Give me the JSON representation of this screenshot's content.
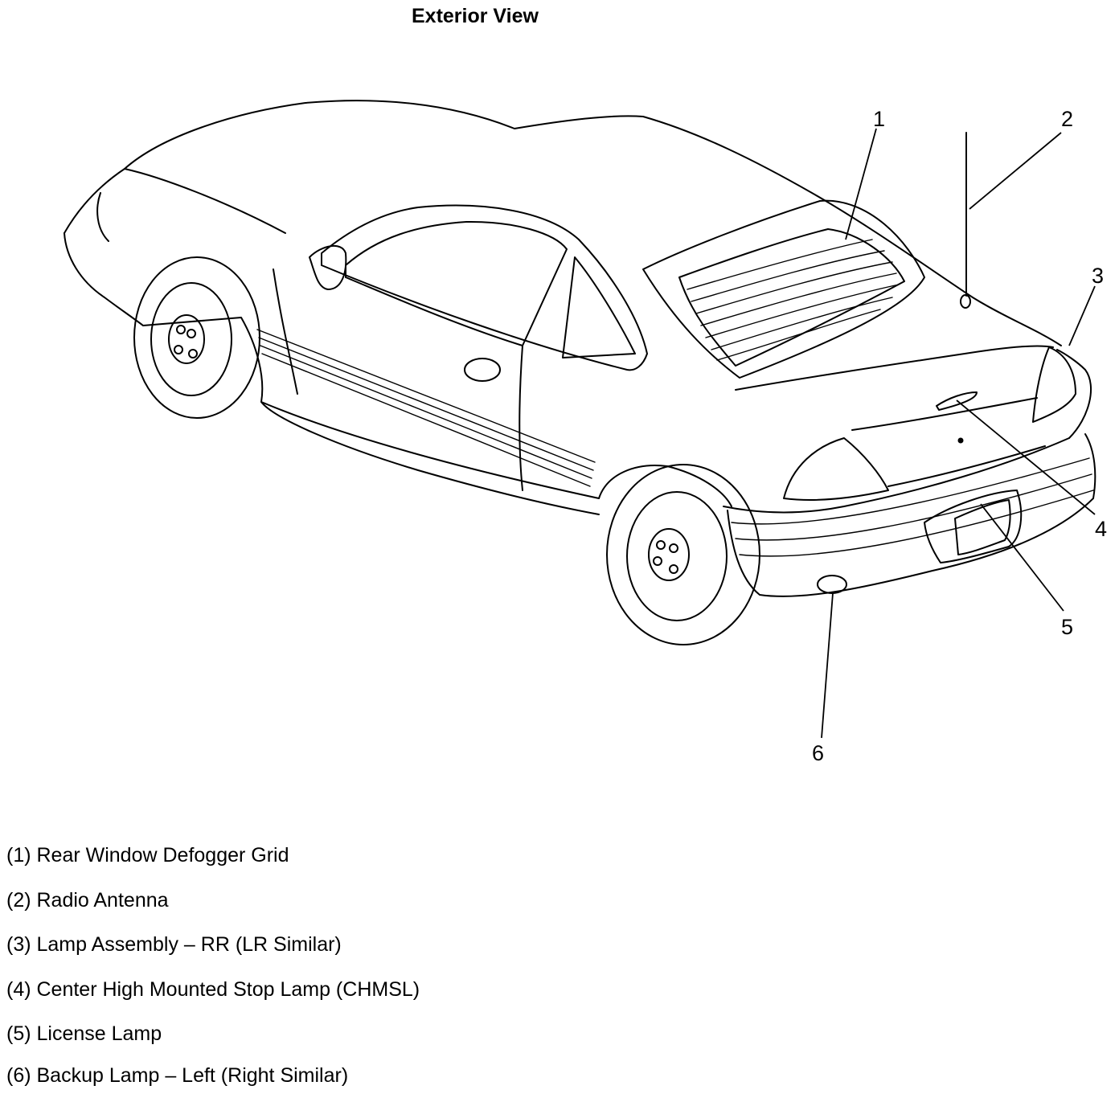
{
  "title": "Exterior View",
  "callouts": [
    "1",
    "2",
    "3",
    "4",
    "5",
    "6"
  ],
  "legend": [
    "(1) Rear Window Defogger Grid",
    "(2) Radio Antenna",
    "(3) Lamp Assembly – RR (LR Similar)",
    "(4) Center High Mounted Stop Lamp (CHMSL)",
    "(5) License Lamp",
    "(6) Backup Lamp – Left (Right Similar)"
  ]
}
